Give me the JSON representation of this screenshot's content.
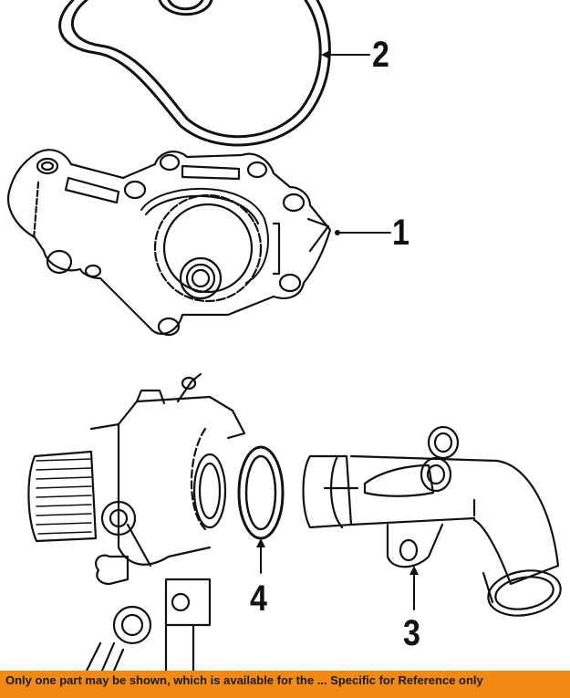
{
  "diagram": {
    "subject": "Water pump assembly exploded view",
    "line_color": "#111111",
    "background": "#ffffff",
    "callouts": [
      {
        "number": "1",
        "part": "water-pump"
      },
      {
        "number": "2",
        "part": "pump-gasket"
      },
      {
        "number": "3",
        "part": "coolant-outlet-elbow"
      },
      {
        "number": "4",
        "part": "o-ring-seal"
      }
    ]
  },
  "banner": {
    "text": "Only one part may be shown, which is available for the ... Specific for Reference only",
    "background": "#f08a12"
  }
}
